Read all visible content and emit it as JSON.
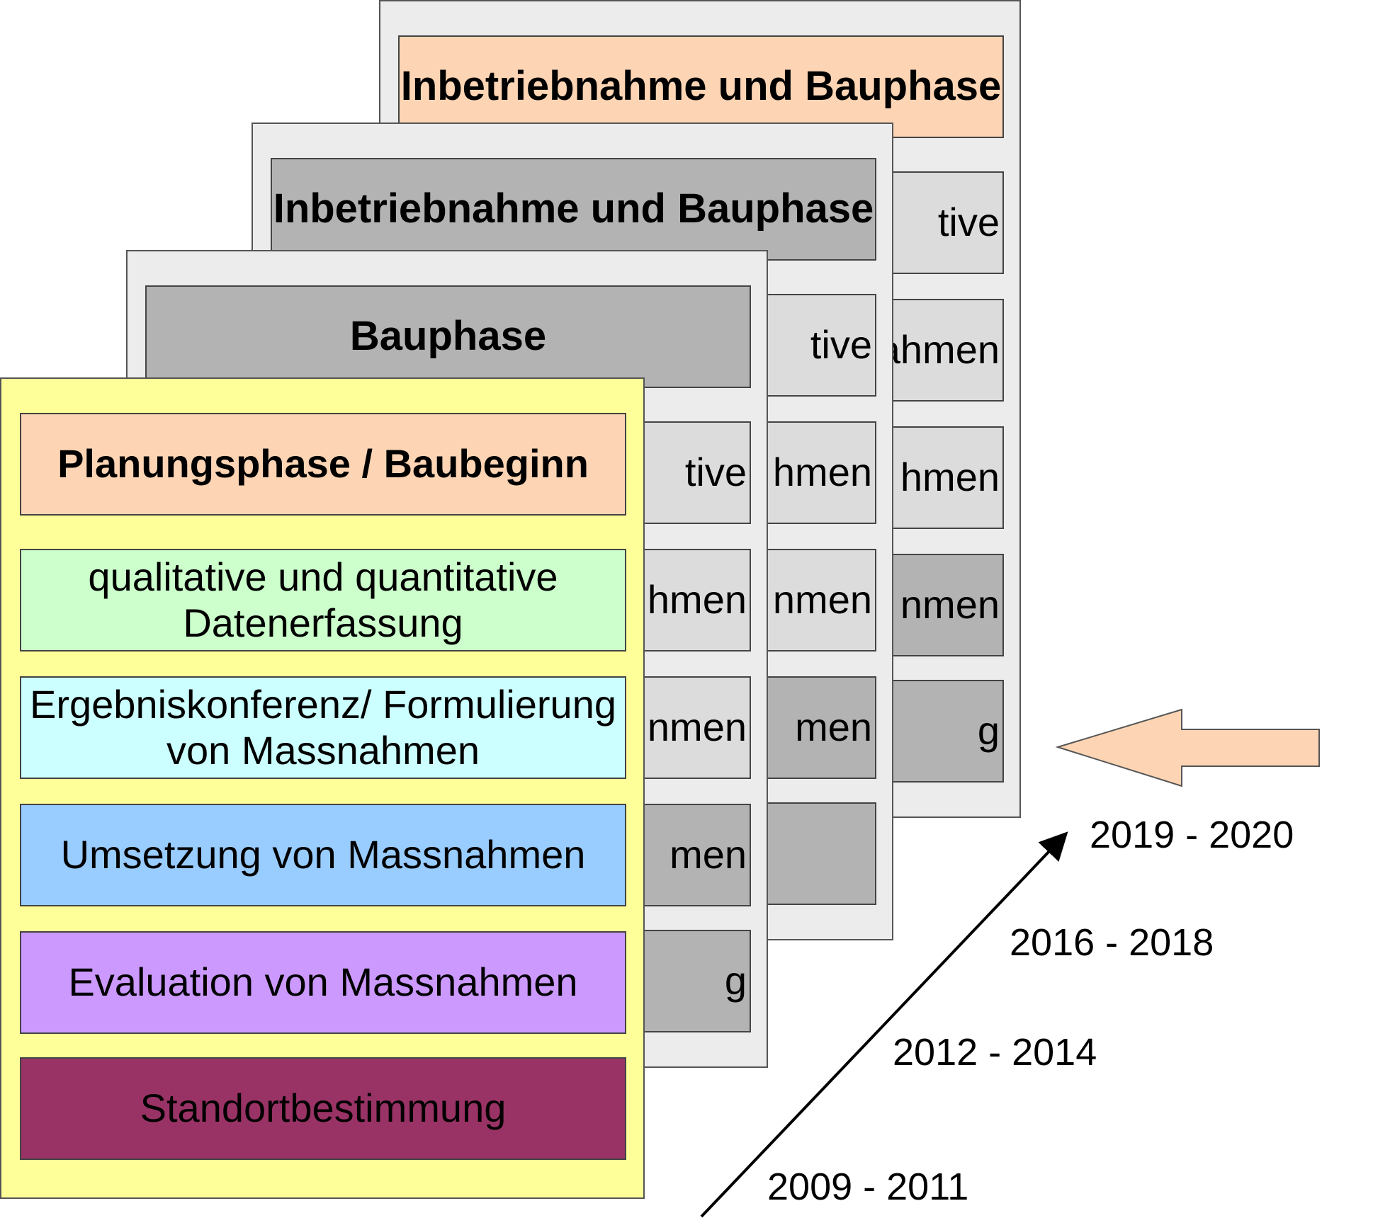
{
  "colors": {
    "sheet_back": "#ececec",
    "sheet_front": "#ffff99",
    "box_grey_light": "#dcdcdc",
    "box_grey_dark": "#b3b3b3",
    "peach": "#fdd5b4",
    "mint": "#ccffcc",
    "cyan": "#ccffff",
    "blue": "#99ccff",
    "violet": "#cc99ff",
    "plum": "#993366",
    "arrow_fill": "#fdd5b4",
    "arrow_stroke": "#555555"
  },
  "sheets": {
    "s4": {
      "header": "Inbetriebnahme und Bauphase",
      "ghosts": [
        "tive",
        "ahmen",
        "hmen",
        "nmen",
        "g"
      ]
    },
    "s3": {
      "header": "Inbetriebnahme und Bauphase",
      "ghosts": [
        "tive",
        "hmen",
        "nmen",
        "men",
        ""
      ]
    },
    "s2": {
      "header": "Bauphase",
      "ghosts": [
        "tive",
        "hmen",
        "nmen",
        "men",
        "g"
      ]
    },
    "s1": {
      "header": "Planungsphase / Baubeginn",
      "rows": [
        "qualitative und quantitative Datenerfassung",
        "Ergebniskonferenz/ Formulierung von Massnahmen",
        "Umsetzung von Massnahmen",
        "Evaluation von Massnahmen",
        "Standortbestimmung"
      ]
    }
  },
  "timeline": {
    "labels": [
      "2019 - 2020",
      "2016 - 2018",
      "2012 - 2014",
      "2009 - 2011"
    ],
    "arrow_icon": "diagonal-arrow-icon",
    "pointer_icon": "left-block-arrow-icon"
  }
}
